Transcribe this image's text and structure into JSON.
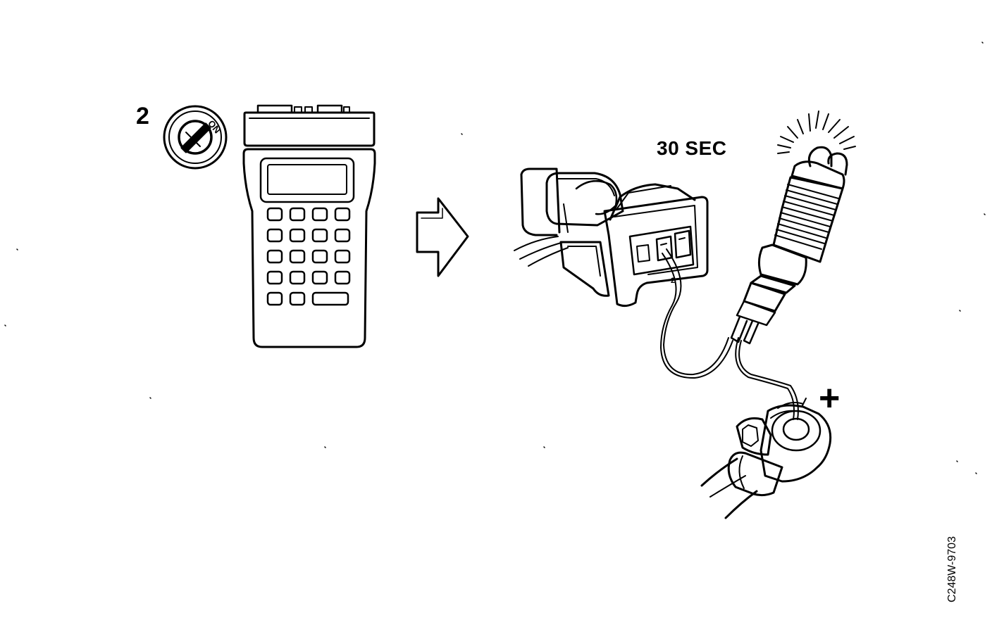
{
  "diagram": {
    "step_number": "2",
    "ignition_label": "ON",
    "duration_label": "30 SEC",
    "connector_pin_label": "2",
    "polarity_label": "+",
    "figure_code": "C248W-9703",
    "colors": {
      "ink": "#000000",
      "paper": "#ffffff"
    }
  }
}
